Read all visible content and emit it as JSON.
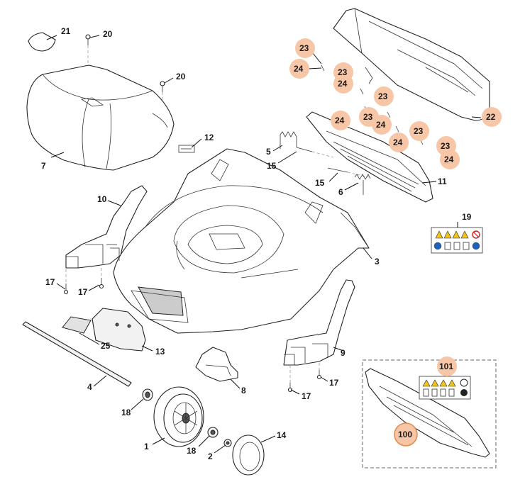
{
  "callouts": {
    "c1": "1",
    "c2": "2",
    "c3": "3",
    "c4": "4",
    "c5": "5",
    "c6": "6",
    "c7": "7",
    "c8": "8",
    "c9": "9",
    "c10": "10",
    "c11": "11",
    "c12": "12",
    "c13": "13",
    "c14": "14",
    "c15a": "15",
    "c15b": "15",
    "c17a": "17",
    "c17b": "17",
    "c17c": "17",
    "c17d": "17",
    "c18a": "18",
    "c18b": "18",
    "c19": "19",
    "c20a": "20",
    "c20b": "20",
    "c21": "21",
    "c25": "25",
    "c23a": "23",
    "c23b": "23",
    "c23c": "23",
    "c23d": "23",
    "c23e": "23",
    "c23f": "23",
    "c24a": "24",
    "c24b": "24",
    "c24c": "24",
    "c24d": "24",
    "c24e": "24",
    "c24f": "24",
    "c22": "22",
    "c100": "100",
    "c101": "101"
  },
  "colors": {
    "highlight": "#f6c6a6",
    "highlight_ring": "#e08a4c",
    "line": "#222222"
  }
}
